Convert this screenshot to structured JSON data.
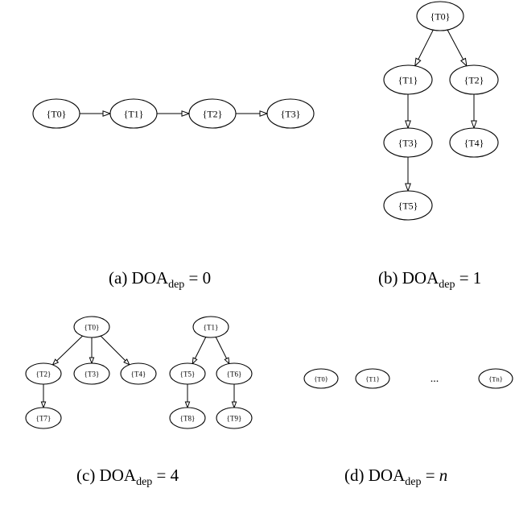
{
  "panels": [
    {
      "id": "a",
      "caption": {
        "prefix": "(a) DOA",
        "sub": "dep",
        "eq": " = ",
        "value": "0",
        "value_italic": false
      },
      "nodes": [
        {
          "id": "a0",
          "label": "{T0}"
        },
        {
          "id": "a1",
          "label": "{T1}"
        },
        {
          "id": "a2",
          "label": "{T2}"
        },
        {
          "id": "a3",
          "label": "{T3}"
        }
      ],
      "edges": [
        [
          "a0",
          "a1"
        ],
        [
          "a1",
          "a2"
        ],
        [
          "a2",
          "a3"
        ]
      ]
    },
    {
      "id": "b",
      "caption": {
        "prefix": "(b) DOA",
        "sub": "dep",
        "eq": " = ",
        "value": "1",
        "value_italic": false
      },
      "nodes": [
        {
          "id": "b0",
          "label": "{T0}"
        },
        {
          "id": "b1",
          "label": "{T1}"
        },
        {
          "id": "b2",
          "label": "{T2}"
        },
        {
          "id": "b3",
          "label": "{T3}"
        },
        {
          "id": "b4",
          "label": "{T4}"
        },
        {
          "id": "b5",
          "label": "{T5}"
        }
      ],
      "edges": [
        [
          "b0",
          "b1"
        ],
        [
          "b0",
          "b2"
        ],
        [
          "b1",
          "b3"
        ],
        [
          "b2",
          "b4"
        ],
        [
          "b3",
          "b5"
        ]
      ]
    },
    {
      "id": "c",
      "caption": {
        "prefix": "(c) DOA",
        "sub": "dep",
        "eq": " = ",
        "value": "4",
        "value_italic": false
      },
      "nodes": [
        {
          "id": "c0",
          "label": "{T0}"
        },
        {
          "id": "c2",
          "label": "{T2}"
        },
        {
          "id": "c3",
          "label": "{T3}"
        },
        {
          "id": "c4",
          "label": "{T4}"
        },
        {
          "id": "c7",
          "label": "{T7}"
        },
        {
          "id": "c1",
          "label": "{T1}"
        },
        {
          "id": "c5",
          "label": "{T5}"
        },
        {
          "id": "c6",
          "label": "{T6}"
        },
        {
          "id": "c8",
          "label": "{T8}"
        },
        {
          "id": "c9",
          "label": "{T9}"
        }
      ],
      "edges": [
        [
          "c0",
          "c2"
        ],
        [
          "c0",
          "c3"
        ],
        [
          "c0",
          "c4"
        ],
        [
          "c2",
          "c7"
        ],
        [
          "c1",
          "c5"
        ],
        [
          "c1",
          "c6"
        ],
        [
          "c5",
          "c8"
        ],
        [
          "c6",
          "c9"
        ]
      ]
    },
    {
      "id": "d",
      "caption": {
        "prefix": "(d) DOA",
        "sub": "dep",
        "eq": " = ",
        "value": "n",
        "value_italic": true
      },
      "nodes": [
        {
          "id": "d0",
          "label": "{T0}"
        },
        {
          "id": "d1",
          "label": "{T1}"
        },
        {
          "id": "dn",
          "label": "{Tn}"
        }
      ],
      "edges": [],
      "ellipsis": "..."
    }
  ]
}
